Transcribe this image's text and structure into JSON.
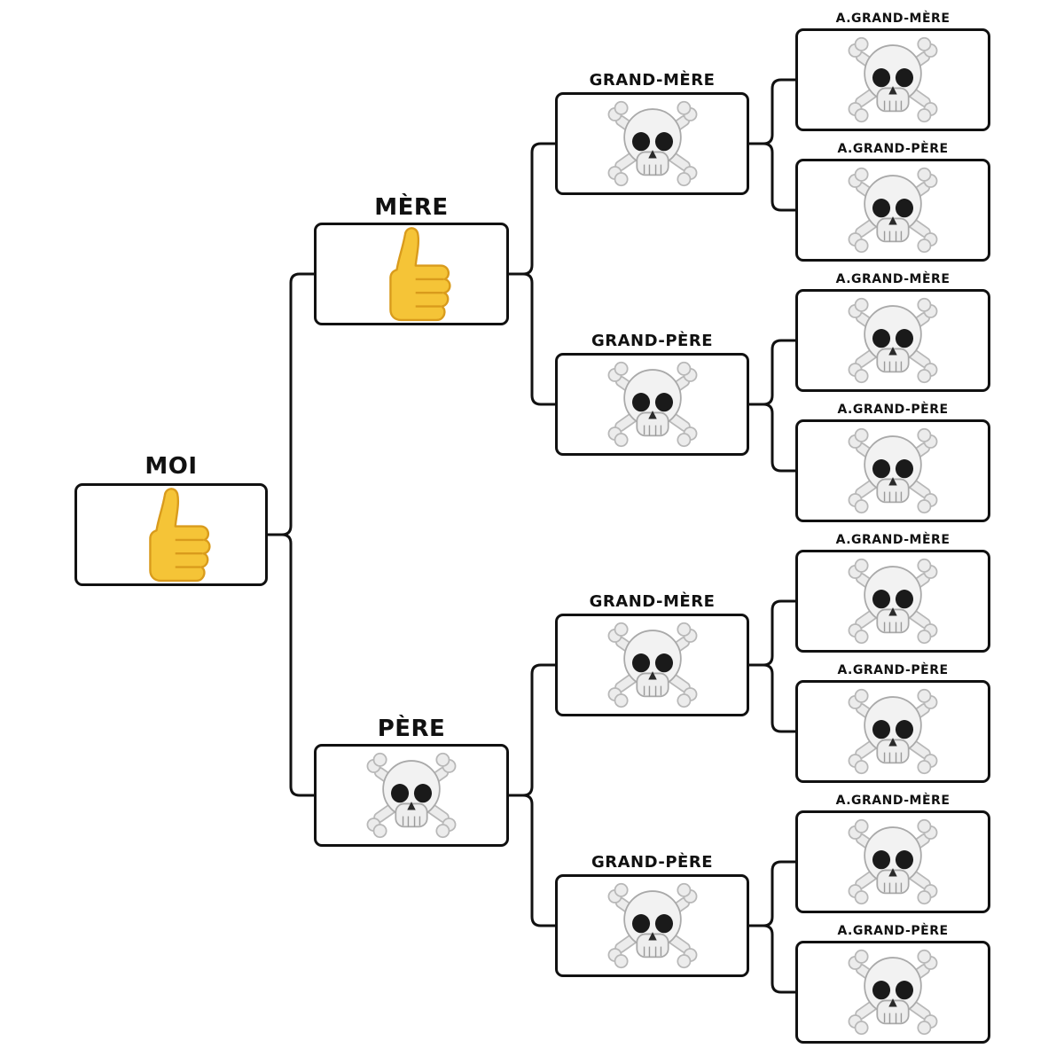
{
  "colors": {
    "line": "#111111",
    "box_fill": "#ffffff",
    "thumb": "#f5c437",
    "skull": "#ececec"
  },
  "nodes": [
    {
      "id": "moi",
      "label": "MOI",
      "icon": "thumbs-up-icon"
    },
    {
      "id": "mere",
      "label": "MÈRE",
      "icon": "thumbs-up-icon"
    },
    {
      "id": "pere",
      "label": "PÈRE",
      "icon": "skull-crossbones-icon"
    },
    {
      "id": "gm-maternelle",
      "label": "GRAND-MÈRE",
      "icon": "skull-crossbones-icon"
    },
    {
      "id": "gp-maternel",
      "label": "GRAND-PÈRE",
      "icon": "skull-crossbones-icon"
    },
    {
      "id": "gm-paternelle",
      "label": "GRAND-MÈRE",
      "icon": "skull-crossbones-icon"
    },
    {
      "id": "gp-paternel",
      "label": "GRAND-PÈRE",
      "icon": "skull-crossbones-icon"
    },
    {
      "id": "agm-1",
      "label": "A.GRAND-MÈRE",
      "icon": "skull-crossbones-icon"
    },
    {
      "id": "agp-1",
      "label": "A.GRAND-PÈRE",
      "icon": "skull-crossbones-icon"
    },
    {
      "id": "agm-2",
      "label": "A.GRAND-MÈRE",
      "icon": "skull-crossbones-icon"
    },
    {
      "id": "agp-2",
      "label": "A.GRAND-PÈRE",
      "icon": "skull-crossbones-icon"
    },
    {
      "id": "agm-3",
      "label": "A.GRAND-MÈRE",
      "icon": "skull-crossbones-icon"
    },
    {
      "id": "agp-3",
      "label": "A.GRAND-PÈRE",
      "icon": "skull-crossbones-icon"
    },
    {
      "id": "agm-4",
      "label": "A.GRAND-MÈRE",
      "icon": "skull-crossbones-icon"
    },
    {
      "id": "agp-4",
      "label": "A.GRAND-PÈRE",
      "icon": "skull-crossbones-icon"
    }
  ],
  "edges": [
    [
      "moi",
      "mere"
    ],
    [
      "moi",
      "pere"
    ],
    [
      "mere",
      "gm-maternelle"
    ],
    [
      "mere",
      "gp-maternel"
    ],
    [
      "pere",
      "gm-paternelle"
    ],
    [
      "pere",
      "gp-paternel"
    ],
    [
      "gm-maternelle",
      "agm-1"
    ],
    [
      "gm-maternelle",
      "agp-1"
    ],
    [
      "gp-maternel",
      "agm-2"
    ],
    [
      "gp-maternel",
      "agp-2"
    ],
    [
      "gm-paternelle",
      "agm-3"
    ],
    [
      "gm-paternelle",
      "agp-3"
    ],
    [
      "gp-paternel",
      "agm-4"
    ],
    [
      "gp-paternel",
      "agp-4"
    ]
  ]
}
